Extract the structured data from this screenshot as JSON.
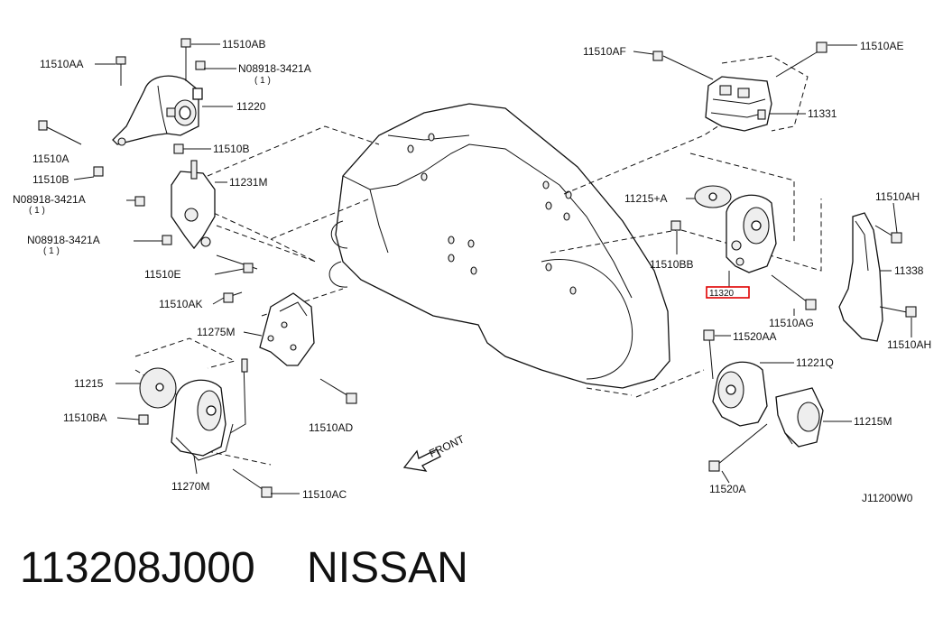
{
  "labels": {
    "11510AB": "11510AB",
    "11510AA": "11510AA",
    "n08918_top": "N08918-3421A",
    "qty_top": "( 1 )",
    "11220": "11220",
    "11510A": "11510A",
    "11510B_a": "11510B",
    "11510B_b": "11510B",
    "11231M": "11231M",
    "n08918_mid": "N08918-3421A",
    "qty_mid": "( 1 )",
    "n08918_low": "N08918-3421A",
    "qty_low": "( 1 )",
    "11510E": "11510E",
    "11510AK": "11510AK",
    "11275M": "11275M",
    "11215": "11215",
    "11510BA": "11510BA",
    "11270M": "11270M",
    "11510AD": "11510AD",
    "11510AC": "11510AC",
    "front": "FRONT",
    "11510AF": "11510AF",
    "11510AE": "11510AE",
    "11331": "11331",
    "11215A": "11215+A",
    "11510BB": "11510BB",
    "11320": "11320",
    "11510AH_top": "11510AH",
    "11338": "11338",
    "11510AG": "11510AG",
    "11510AH_bottom": "11510AH",
    "11520AA": "11520AA",
    "11221Q": "11221Q",
    "11215M": "11215M",
    "11520A": "11520A",
    "diagram_code": "J11200W0"
  },
  "footer": {
    "part_number": "113208J000",
    "brand": "NISSAN"
  },
  "highlight_color": "#e00000"
}
